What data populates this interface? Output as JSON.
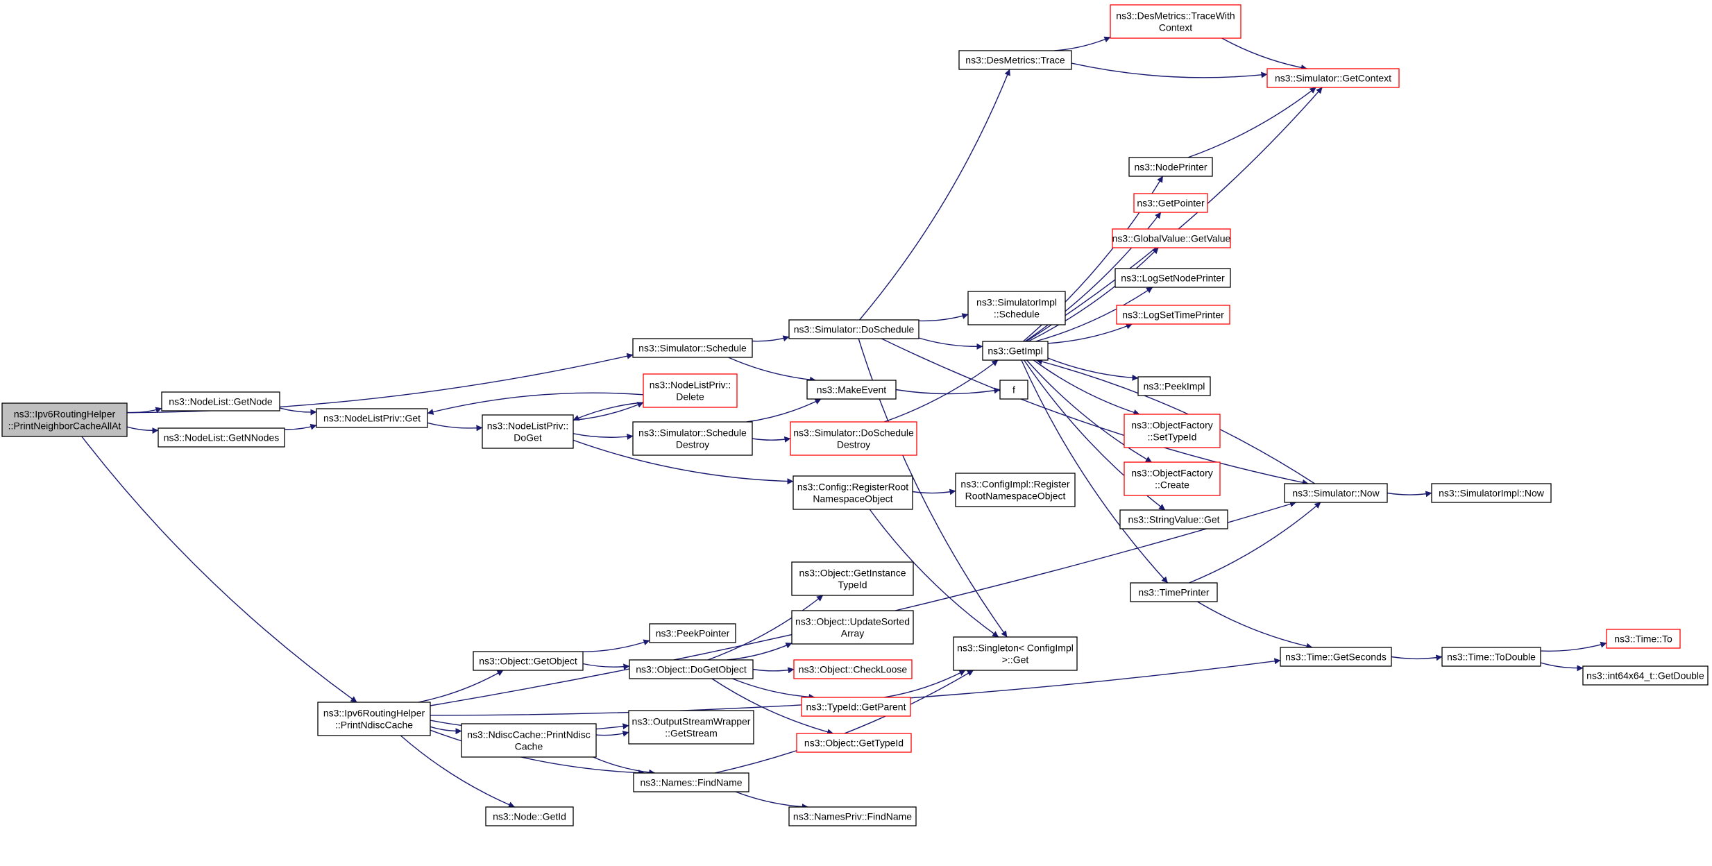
{
  "colors": {
    "edge": "#191970",
    "node_default_border": "#000000",
    "node_truncated_border": "#ff0000",
    "root_fill": "#bfbfbf",
    "node_fill": "#ffffff"
  },
  "nodes": [
    {
      "id": "root",
      "label": [
        "ns3::Ipv6RoutingHelper",
        "::PrintNeighborCacheAllAt"
      ],
      "kind": "root"
    },
    {
      "id": "nl_getnode",
      "label": [
        "ns3::NodeList::GetNode"
      ],
      "kind": "normal"
    },
    {
      "id": "nl_getnnodes",
      "label": [
        "ns3::NodeList::GetNNodes"
      ],
      "kind": "normal"
    },
    {
      "id": "nlp_get",
      "label": [
        "ns3::NodeListPriv::Get"
      ],
      "kind": "normal"
    },
    {
      "id": "nlp_doget",
      "label": [
        "ns3::NodeListPriv::",
        "DoGet"
      ],
      "kind": "normal"
    },
    {
      "id": "nlp_delete",
      "label": [
        "ns3::NodeListPriv::",
        "Delete"
      ],
      "kind": "truncated"
    },
    {
      "id": "sim_schedule",
      "label": [
        "ns3::Simulator::Schedule"
      ],
      "kind": "normal"
    },
    {
      "id": "sim_doschedule",
      "label": [
        "ns3::Simulator::DoSchedule"
      ],
      "kind": "normal"
    },
    {
      "id": "sim_scheddestroy",
      "label": [
        "ns3::Simulator::Schedule",
        "Destroy"
      ],
      "kind": "normal"
    },
    {
      "id": "sim_doscheddestroy",
      "label": [
        "ns3::Simulator::DoSchedule",
        "Destroy"
      ],
      "kind": "truncated"
    },
    {
      "id": "makeevent",
      "label": [
        "ns3::MakeEvent"
      ],
      "kind": "normal"
    },
    {
      "id": "f",
      "label": [
        "f"
      ],
      "kind": "normal"
    },
    {
      "id": "desm_trace",
      "label": [
        "ns3::DesMetrics::Trace"
      ],
      "kind": "normal"
    },
    {
      "id": "desm_tracectx",
      "label": [
        "ns3::DesMetrics::TraceWith",
        "Context"
      ],
      "kind": "truncated"
    },
    {
      "id": "sim_getcontext",
      "label": [
        "ns3::Simulator::GetContext"
      ],
      "kind": "truncated"
    },
    {
      "id": "simimpl_schedule",
      "label": [
        "ns3::SimulatorImpl",
        "::Schedule"
      ],
      "kind": "normal"
    },
    {
      "id": "getimpl",
      "label": [
        "ns3::GetImpl"
      ],
      "kind": "normal"
    },
    {
      "id": "nodeprinter",
      "label": [
        "ns3::NodePrinter"
      ],
      "kind": "normal"
    },
    {
      "id": "getpointer",
      "label": [
        "ns3::GetPointer"
      ],
      "kind": "truncated"
    },
    {
      "id": "gv_getvalue",
      "label": [
        "ns3::GlobalValue::GetValue"
      ],
      "kind": "truncated"
    },
    {
      "id": "logsetnodeprinter",
      "label": [
        "ns3::LogSetNodePrinter"
      ],
      "kind": "normal"
    },
    {
      "id": "logsettimeprinter",
      "label": [
        "ns3::LogSetTimePrinter"
      ],
      "kind": "truncated"
    },
    {
      "id": "peekimpl",
      "label": [
        "ns3::PeekImpl"
      ],
      "kind": "normal"
    },
    {
      "id": "of_settypeid",
      "label": [
        "ns3::ObjectFactory",
        "::SetTypeId"
      ],
      "kind": "truncated"
    },
    {
      "id": "of_create",
      "label": [
        "ns3::ObjectFactory",
        "::Create"
      ],
      "kind": "truncated"
    },
    {
      "id": "stringvalue_get",
      "label": [
        "ns3::StringValue::Get"
      ],
      "kind": "normal"
    },
    {
      "id": "timeprinter",
      "label": [
        "ns3::TimePrinter"
      ],
      "kind": "normal"
    },
    {
      "id": "sim_now",
      "label": [
        "ns3::Simulator::Now"
      ],
      "kind": "normal"
    },
    {
      "id": "simimpl_now",
      "label": [
        "ns3::SimulatorImpl::Now"
      ],
      "kind": "normal"
    },
    {
      "id": "cfg_register",
      "label": [
        "ns3::Config::RegisterRoot",
        "NamespaceObject"
      ],
      "kind": "normal"
    },
    {
      "id": "cfgimpl_register",
      "label": [
        "ns3::ConfigImpl::Register",
        "RootNamespaceObject"
      ],
      "kind": "normal"
    },
    {
      "id": "singleton_get",
      "label": [
        "ns3::Singleton< ConfigImpl",
        " >::Get"
      ],
      "kind": "normal"
    },
    {
      "id": "time_getseconds",
      "label": [
        "ns3::Time::GetSeconds"
      ],
      "kind": "normal"
    },
    {
      "id": "time_todouble",
      "label": [
        "ns3::Time::ToDouble"
      ],
      "kind": "normal"
    },
    {
      "id": "time_to",
      "label": [
        "ns3::Time::To"
      ],
      "kind": "truncated"
    },
    {
      "id": "int64_getdouble",
      "label": [
        "ns3::int64x64_t::GetDouble"
      ],
      "kind": "normal"
    },
    {
      "id": "printndisc",
      "label": [
        "ns3::Ipv6RoutingHelper",
        "::PrintNdiscCache"
      ],
      "kind": "normal"
    },
    {
      "id": "obj_getobject",
      "label": [
        "ns3::Object::GetObject"
      ],
      "kind": "normal"
    },
    {
      "id": "peekpointer",
      "label": [
        "ns3::PeekPointer"
      ],
      "kind": "normal"
    },
    {
      "id": "obj_dogetobject",
      "label": [
        "ns3::Object::DoGetObject"
      ],
      "kind": "normal"
    },
    {
      "id": "obj_getinstance",
      "label": [
        "ns3::Object::GetInstance",
        "TypeId"
      ],
      "kind": "normal"
    },
    {
      "id": "obj_updatesorted",
      "label": [
        "ns3::Object::UpdateSorted",
        "Array"
      ],
      "kind": "normal"
    },
    {
      "id": "obj_checkloose",
      "label": [
        "ns3::Object::CheckLoose"
      ],
      "kind": "truncated"
    },
    {
      "id": "typeid_getparent",
      "label": [
        "ns3::TypeId::GetParent"
      ],
      "kind": "truncated"
    },
    {
      "id": "obj_gettypeid",
      "label": [
        "ns3::Object::GetTypeId"
      ],
      "kind": "truncated"
    },
    {
      "id": "osw_getstream",
      "label": [
        "ns3::OutputStreamWrapper",
        "::GetStream"
      ],
      "kind": "normal"
    },
    {
      "id": "ndisc_print",
      "label": [
        "ns3::NdiscCache::PrintNdisc",
        "Cache"
      ],
      "kind": "normal"
    },
    {
      "id": "names_findname",
      "label": [
        "ns3::Names::FindName"
      ],
      "kind": "normal"
    },
    {
      "id": "namespriv_findname",
      "label": [
        "ns3::NamesPriv::FindName"
      ],
      "kind": "normal"
    },
    {
      "id": "node_getid",
      "label": [
        "ns3::Node::GetId"
      ],
      "kind": "normal"
    }
  ],
  "edges": [
    [
      "root",
      "nl_getnode"
    ],
    [
      "root",
      "nl_getnnodes"
    ],
    [
      "root",
      "sim_schedule"
    ],
    [
      "root",
      "printndisc"
    ],
    [
      "nl_getnode",
      "nlp_get"
    ],
    [
      "nl_getnnodes",
      "nlp_get"
    ],
    [
      "nlp_get",
      "nlp_doget"
    ],
    [
      "nlp_doget",
      "nlp_delete"
    ],
    [
      "nlp_delete",
      "nlp_get"
    ],
    [
      "nlp_delete",
      "nlp_doget"
    ],
    [
      "nlp_doget",
      "sim_scheddestroy"
    ],
    [
      "nlp_doget",
      "cfg_register"
    ],
    [
      "sim_schedule",
      "sim_doschedule"
    ],
    [
      "sim_schedule",
      "makeevent"
    ],
    [
      "sim_doschedule",
      "desm_trace"
    ],
    [
      "sim_doschedule",
      "simimpl_schedule"
    ],
    [
      "sim_doschedule",
      "getimpl"
    ],
    [
      "sim_doschedule",
      "sim_now"
    ],
    [
      "sim_doschedule",
      "singleton_get"
    ],
    [
      "sim_scheddestroy",
      "makeevent"
    ],
    [
      "sim_scheddestroy",
      "sim_doscheddestroy"
    ],
    [
      "sim_doscheddestroy",
      "getimpl"
    ],
    [
      "makeevent",
      "f"
    ],
    [
      "desm_trace",
      "desm_tracectx"
    ],
    [
      "desm_trace",
      "sim_getcontext"
    ],
    [
      "desm_tracectx",
      "sim_getcontext"
    ],
    [
      "getimpl",
      "sim_getcontext"
    ],
    [
      "getimpl",
      "nodeprinter"
    ],
    [
      "getimpl",
      "getpointer"
    ],
    [
      "getimpl",
      "gv_getvalue"
    ],
    [
      "getimpl",
      "logsetnodeprinter"
    ],
    [
      "getimpl",
      "logsettimeprinter"
    ],
    [
      "getimpl",
      "peekimpl"
    ],
    [
      "getimpl",
      "of_settypeid"
    ],
    [
      "getimpl",
      "of_create"
    ],
    [
      "getimpl",
      "stringvalue_get"
    ],
    [
      "getimpl",
      "timeprinter"
    ],
    [
      "nodeprinter",
      "sim_getcontext"
    ],
    [
      "sim_now",
      "getimpl"
    ],
    [
      "sim_now",
      "simimpl_now"
    ],
    [
      "timeprinter",
      "sim_now"
    ],
    [
      "timeprinter",
      "time_getseconds"
    ],
    [
      "cfg_register",
      "cfgimpl_register"
    ],
    [
      "cfg_register",
      "singleton_get"
    ],
    [
      "time_getseconds",
      "time_todouble"
    ],
    [
      "time_todouble",
      "time_to"
    ],
    [
      "time_todouble",
      "int64_getdouble"
    ],
    [
      "printndisc",
      "obj_getobject"
    ],
    [
      "printndisc",
      "osw_getstream"
    ],
    [
      "printndisc",
      "ndisc_print"
    ],
    [
      "printndisc",
      "names_findname"
    ],
    [
      "printndisc",
      "node_getid"
    ],
    [
      "printndisc",
      "sim_now"
    ],
    [
      "printndisc",
      "time_getseconds"
    ],
    [
      "obj_getobject",
      "peekpointer"
    ],
    [
      "obj_getobject",
      "obj_dogetobject"
    ],
    [
      "obj_dogetobject",
      "obj_getinstance"
    ],
    [
      "obj_dogetobject",
      "obj_updatesorted"
    ],
    [
      "obj_dogetobject",
      "obj_checkloose"
    ],
    [
      "obj_dogetobject",
      "typeid_getparent"
    ],
    [
      "obj_dogetobject",
      "obj_gettypeid"
    ],
    [
      "typeid_getparent",
      "singleton_get"
    ],
    [
      "ndisc_print",
      "osw_getstream"
    ],
    [
      "ndisc_print",
      "names_findname"
    ],
    [
      "names_findname",
      "singleton_get"
    ],
    [
      "names_findname",
      "namespriv_findname"
    ]
  ]
}
